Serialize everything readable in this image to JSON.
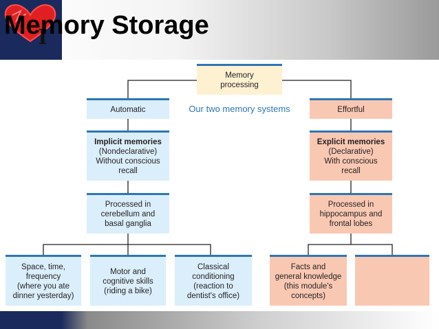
{
  "slide": {
    "title": "Memory Storage",
    "logo_letter": "I"
  },
  "diagram": {
    "root": "Memory\nprocessing",
    "center_label": "Our two memory systems",
    "automatic": {
      "label": "Automatic",
      "memories_title": "Implicit memories",
      "memories_desc": "(Nondeclarative)\nWithout conscious\nrecall",
      "processed": "Processed in\ncerebellum and\nbasal ganglia",
      "examples": [
        "Space, time,\nfrequency\n(where you ate\ndinner yesterday)",
        "Motor and\ncognitive skills\n(riding a bike)",
        "Classical\nconditioning\n(reaction to\ndentist's office)"
      ]
    },
    "effortful": {
      "label": "Effortful",
      "memories_title": "Explicit memories",
      "memories_desc": "(Declarative)\nWith conscious\nrecall",
      "processed": "Processed in\nhippocampus and\nfrontal lobes",
      "examples": [
        "Facts and\ngeneral knowledge\n(this module's\nconcepts)",
        ""
      ]
    }
  },
  "colors": {
    "navy": "#1b2a5c",
    "accent_blue": "#2e75b6",
    "automatic_fill": "#dbeefb",
    "effortful_fill": "#f9c8b3",
    "root_fill": "#fdf1d2",
    "heart_red": "#e02020"
  }
}
